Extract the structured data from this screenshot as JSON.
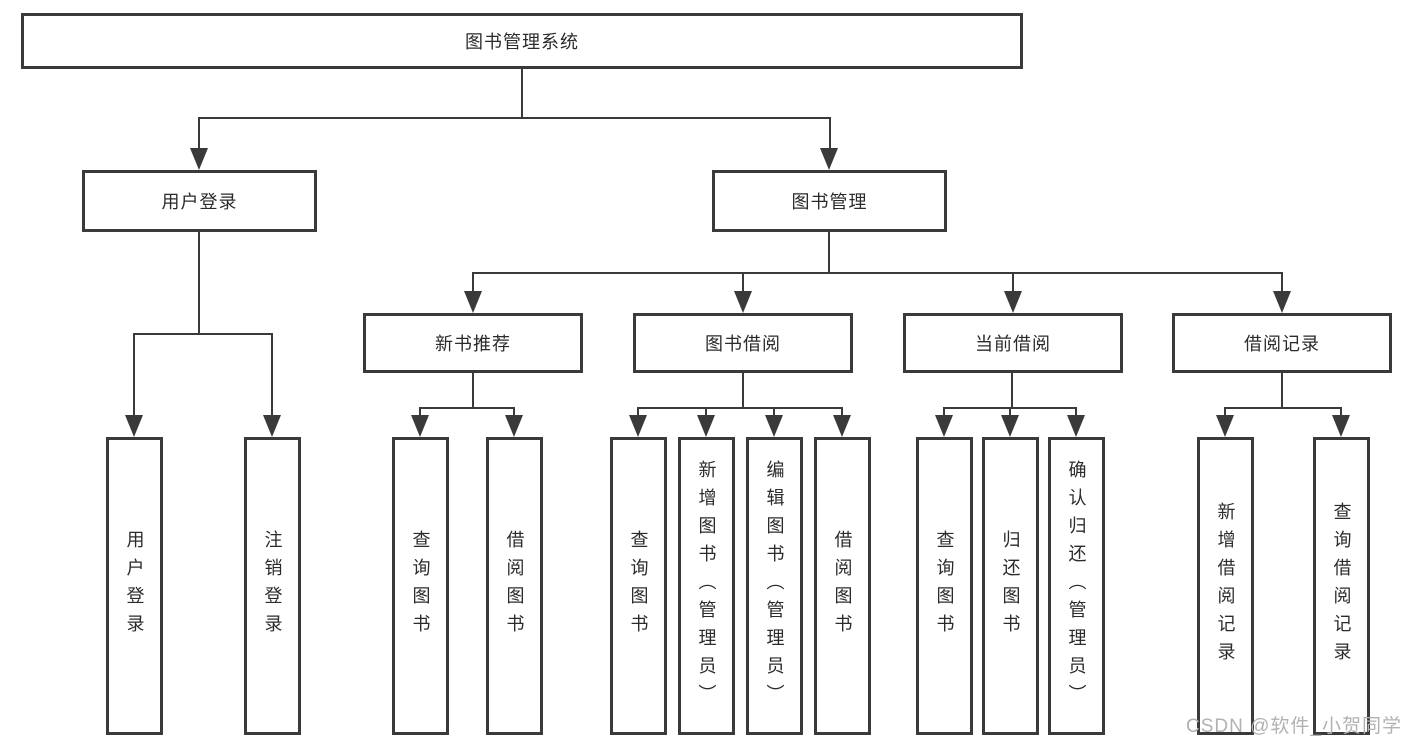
{
  "colors": {
    "line": "#3a3a3a",
    "text": "#2b2b2b",
    "background": "#ffffff",
    "watermark": "#b2b2b2"
  },
  "diagram": {
    "root": {
      "label": "图书管理系统"
    },
    "branches": [
      {
        "label": "用户登录",
        "children": [
          {
            "label": "用户登录"
          },
          {
            "label": "注销登录"
          }
        ]
      },
      {
        "label": "图书管理",
        "children": [
          {
            "label": "新书推荐",
            "children": [
              {
                "label": "查询图书"
              },
              {
                "label": "借阅图书"
              }
            ]
          },
          {
            "label": "图书借阅",
            "children": [
              {
                "label": "查询图书"
              },
              {
                "label": "新增图书（管理员）"
              },
              {
                "label": "编辑图书（管理员）"
              },
              {
                "label": "借阅图书"
              }
            ]
          },
          {
            "label": "当前借阅",
            "children": [
              {
                "label": "查询图书"
              },
              {
                "label": "归还图书"
              },
              {
                "label": "确认归还（管理员）"
              }
            ]
          },
          {
            "label": "借阅记录",
            "children": [
              {
                "label": "新增借阅记录"
              },
              {
                "label": "查询借阅记录"
              }
            ]
          }
        ]
      }
    ]
  },
  "watermark": {
    "text": "CSDN @软件_小贺同学"
  }
}
